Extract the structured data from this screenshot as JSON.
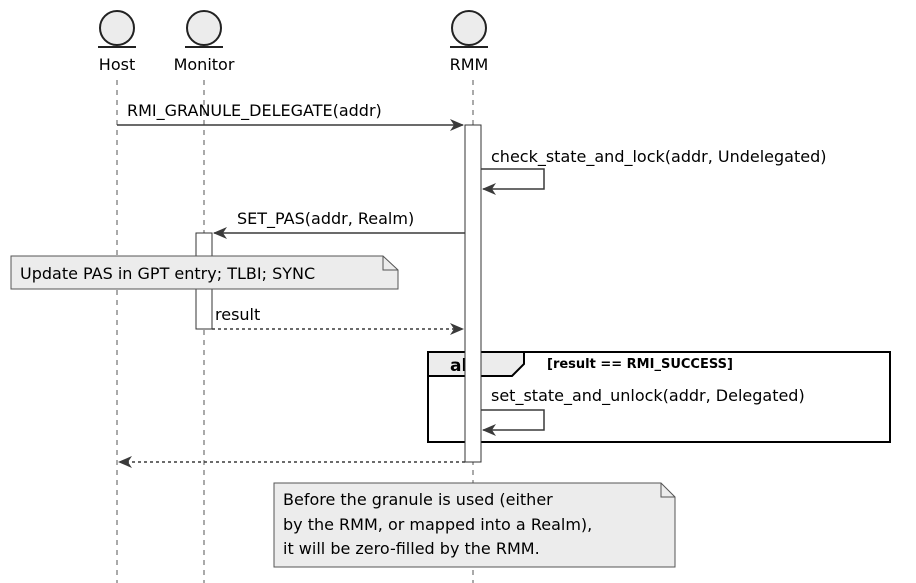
{
  "participants": {
    "host": "Host",
    "monitor": "Monitor",
    "rmm": "RMM"
  },
  "messages": {
    "delegate": "RMI_GRANULE_DELEGATE(addr)",
    "check_lock": "check_state_and_lock(addr, Undelegated)",
    "set_pas": "SET_PAS(addr, Realm)",
    "result": "result",
    "set_unlock": "set_state_and_unlock(addr, Delegated)"
  },
  "notes": {
    "update_pas": "Update PAS in GPT entry; TLBI; SYNC",
    "zero_fill": [
      "Before the granule is used (either",
      "by the RMM, or mapped into a Realm),",
      "it will be zero-filled by the RMM."
    ]
  },
  "fragment": {
    "keyword": "alt",
    "condition": "[result == RMI_SUCCESS]"
  },
  "colors": {
    "line": "#000000",
    "arrow": "#3a3a3a",
    "note_fill": "#ececec",
    "note_stroke": "#555555",
    "actor_fill": "#ececec",
    "activation_fill": "#ffffff"
  }
}
